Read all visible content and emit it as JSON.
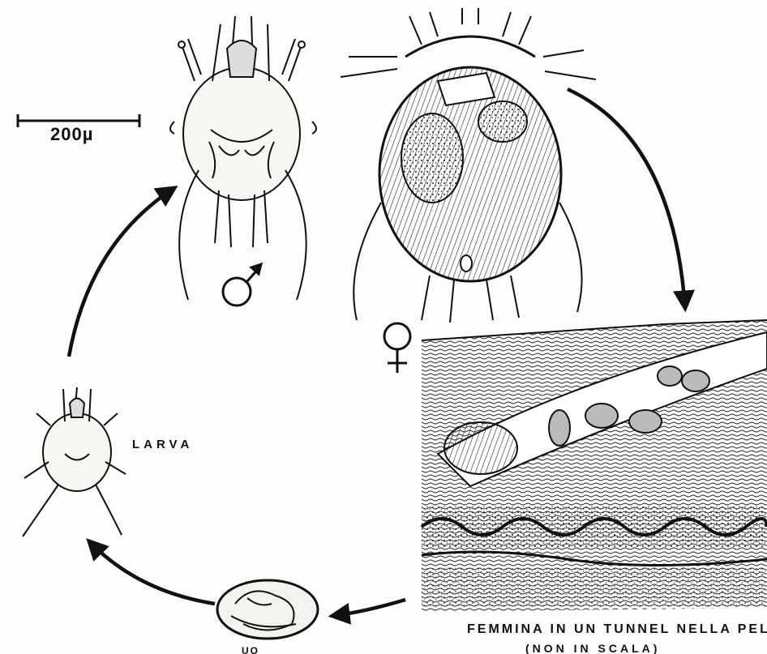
{
  "figure": {
    "scale_bar_label": "200µ",
    "male_symbol": "♂",
    "female_symbol": "♀",
    "larva_label": "LARVA",
    "egg_label": "UO",
    "skin_caption": "FEMMINA IN UN TUNNEL NELLA PELLE",
    "skin_caption_note": "(NON IN SCALA)"
  },
  "stages": [
    "male",
    "female",
    "female-in-skin-tunnel",
    "egg",
    "larva"
  ],
  "colors": {
    "ink": "#111111",
    "paper": "#fdfdfb"
  }
}
